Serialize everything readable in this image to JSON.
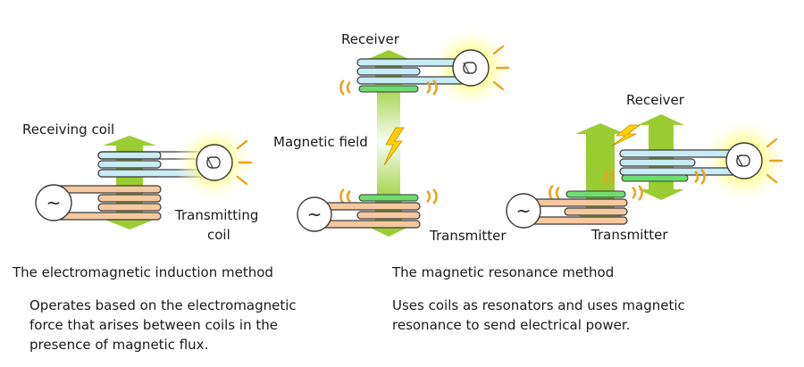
{
  "induction": {
    "receiving_coil_label": "Receiving coil",
    "transmitting_coil_label_line1": "Transmitting",
    "transmitting_coil_label_line2": "coil",
    "title": "The electromagnetic induction method",
    "description_line1": "Operates based on the electromagnetic",
    "description_line2": "force that arises between coils in the",
    "description_line3": "presence of magnetic flux."
  },
  "resonance": {
    "receiver_label_1": "Receiver",
    "magnetic_field_label": "Magnetic field",
    "transmitter_label_1": "Transmitter",
    "receiver_label_2": "Receiver",
    "transmitter_label_2": "Transmitter",
    "title": "The magnetic resonance method",
    "description_line1": "Uses coils as resonators and uses magnetic",
    "description_line2": "resonance to send electrical power."
  },
  "symbols": {
    "ac_source": "~"
  },
  "colors": {
    "arrow_green": "#9acd32",
    "receiving_coil": "#c8ecf4",
    "transmitting_coil": "#f5c9a0",
    "resonator_green": "#6fdc6f",
    "resonance_orange": "#f0a020",
    "glow_yellow": "#ffff66"
  }
}
